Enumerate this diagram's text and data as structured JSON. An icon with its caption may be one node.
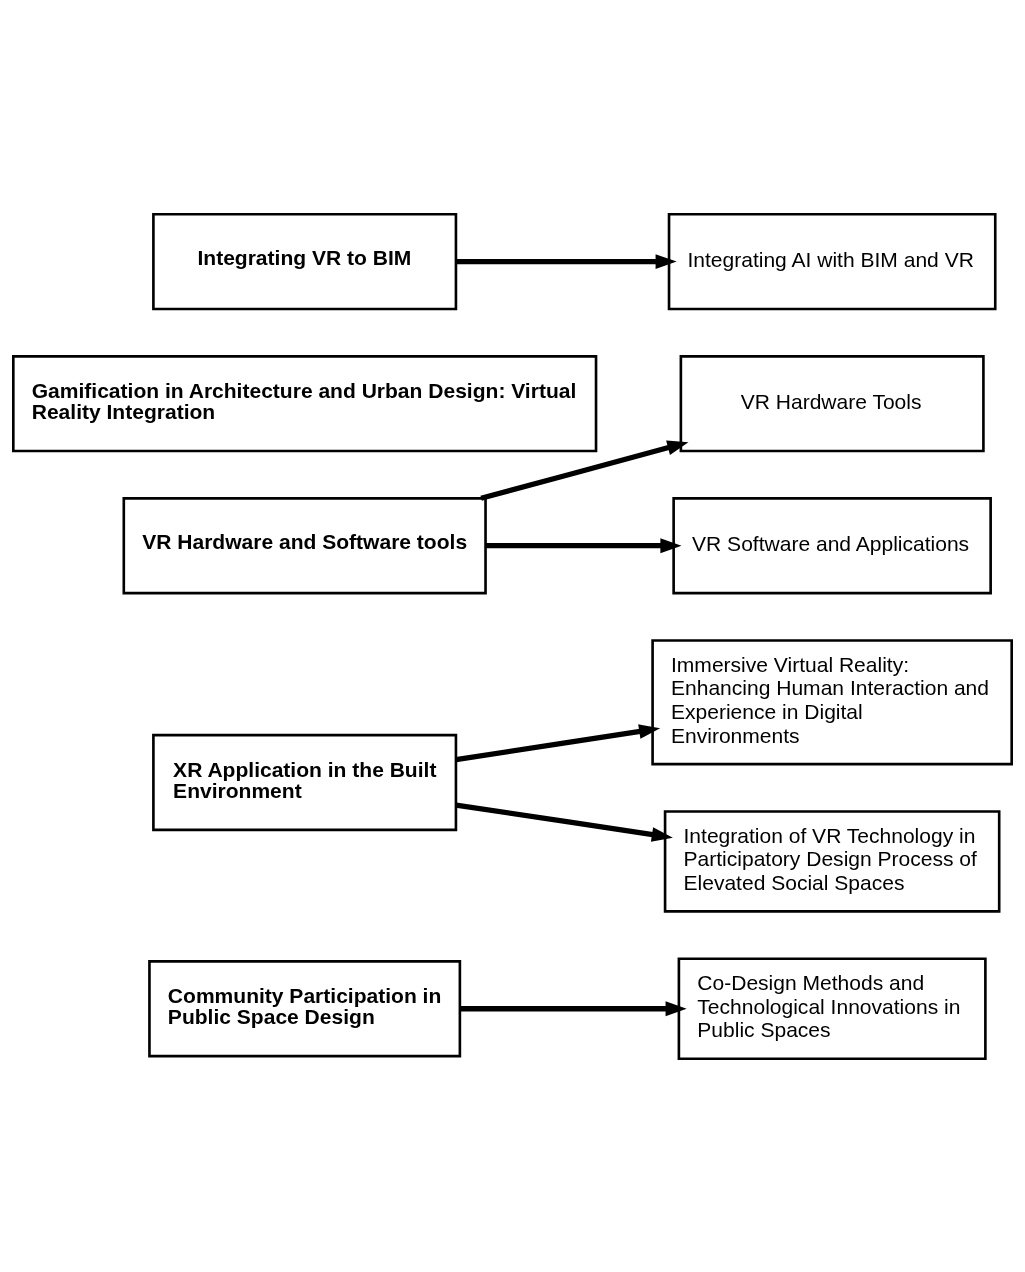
{
  "diagram": {
    "nodes": [
      {
        "text": [
          "Community Participation in Public Space Design"
        ]
      },
      {
        "text": [
          "Co-Design Methods and Technological Innovations in Public Spaces"
        ]
      },
      {
        "text": [
          "XR Application in the Built Environment"
        ]
      },
      {
        "text": [
          "Immersive Virtual Reality: Enhancing Human Interaction and Experience in Digital Environments"
        ]
      },
      {
        "text": [
          "Integration of VR Technology in Participatory Design Process of Elevated Social Spaces"
        ]
      },
      {
        "text": [
          "VR Hardware and Software tools"
        ]
      },
      {
        "text": [
          "VR Hardware Tools"
        ]
      },
      {
        "text": [
          "VR Software and Applications"
        ]
      },
      {
        "text": [
          "Gamification in Architecture and Urban Design: Virtual Reality Integration"
        ]
      },
      {
        "text": [
          "Integrating VR to BIM"
        ]
      },
      {
        "text": [
          "Integrating AI with BIM and VR"
        ]
      }
    ],
    "edges": [
      {
        "from": 0,
        "to": 1,
        "arrow": "to"
      },
      {
        "from": 2,
        "to": 3,
        "arrow": "to"
      },
      {
        "from": 2,
        "to": 4,
        "arrow": "to"
      },
      {
        "from": 5,
        "to": 6,
        "arrow": "to"
      },
      {
        "from": 5,
        "to": 7,
        "arrow": "to"
      },
      {
        "from": 9,
        "to": 10,
        "arrow": "to"
      }
    ]
  }
}
